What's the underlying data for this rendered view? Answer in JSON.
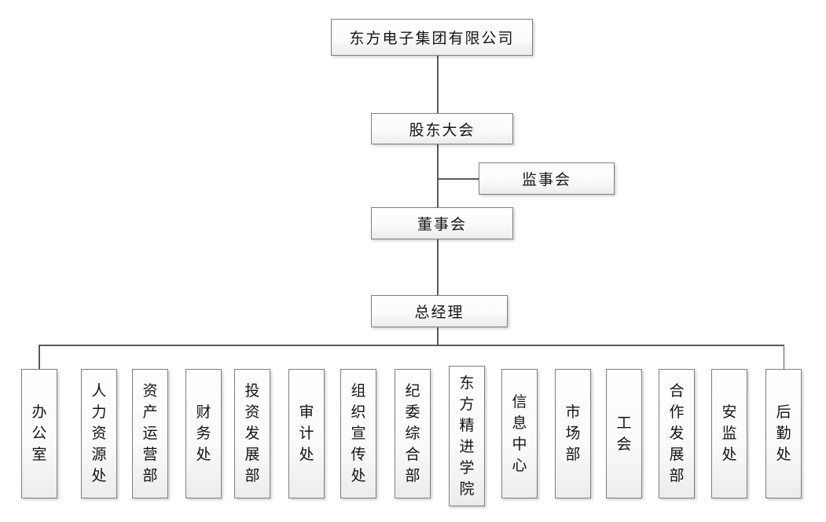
{
  "org": {
    "company": "东方电子集团有限公司",
    "shareholders_meeting": "股东大会",
    "supervisory_board": "监事会",
    "board_of_directors": "董事会",
    "general_manager": "总经理",
    "departments": [
      "办公室",
      "人力资源处",
      "资产运营部",
      "财务处",
      "投资发展部",
      "审计处",
      "组织宣传处",
      "纪委综合部",
      "东方精进学院",
      "信息中心",
      "市场部",
      "工会",
      "合作发展部",
      "安监处",
      "后勤处"
    ]
  },
  "style": {
    "line_color": "#5a5a5a",
    "border_color": "#7f7f7f",
    "fill_color": "#f7f7f7",
    "text_color": "#141414"
  }
}
